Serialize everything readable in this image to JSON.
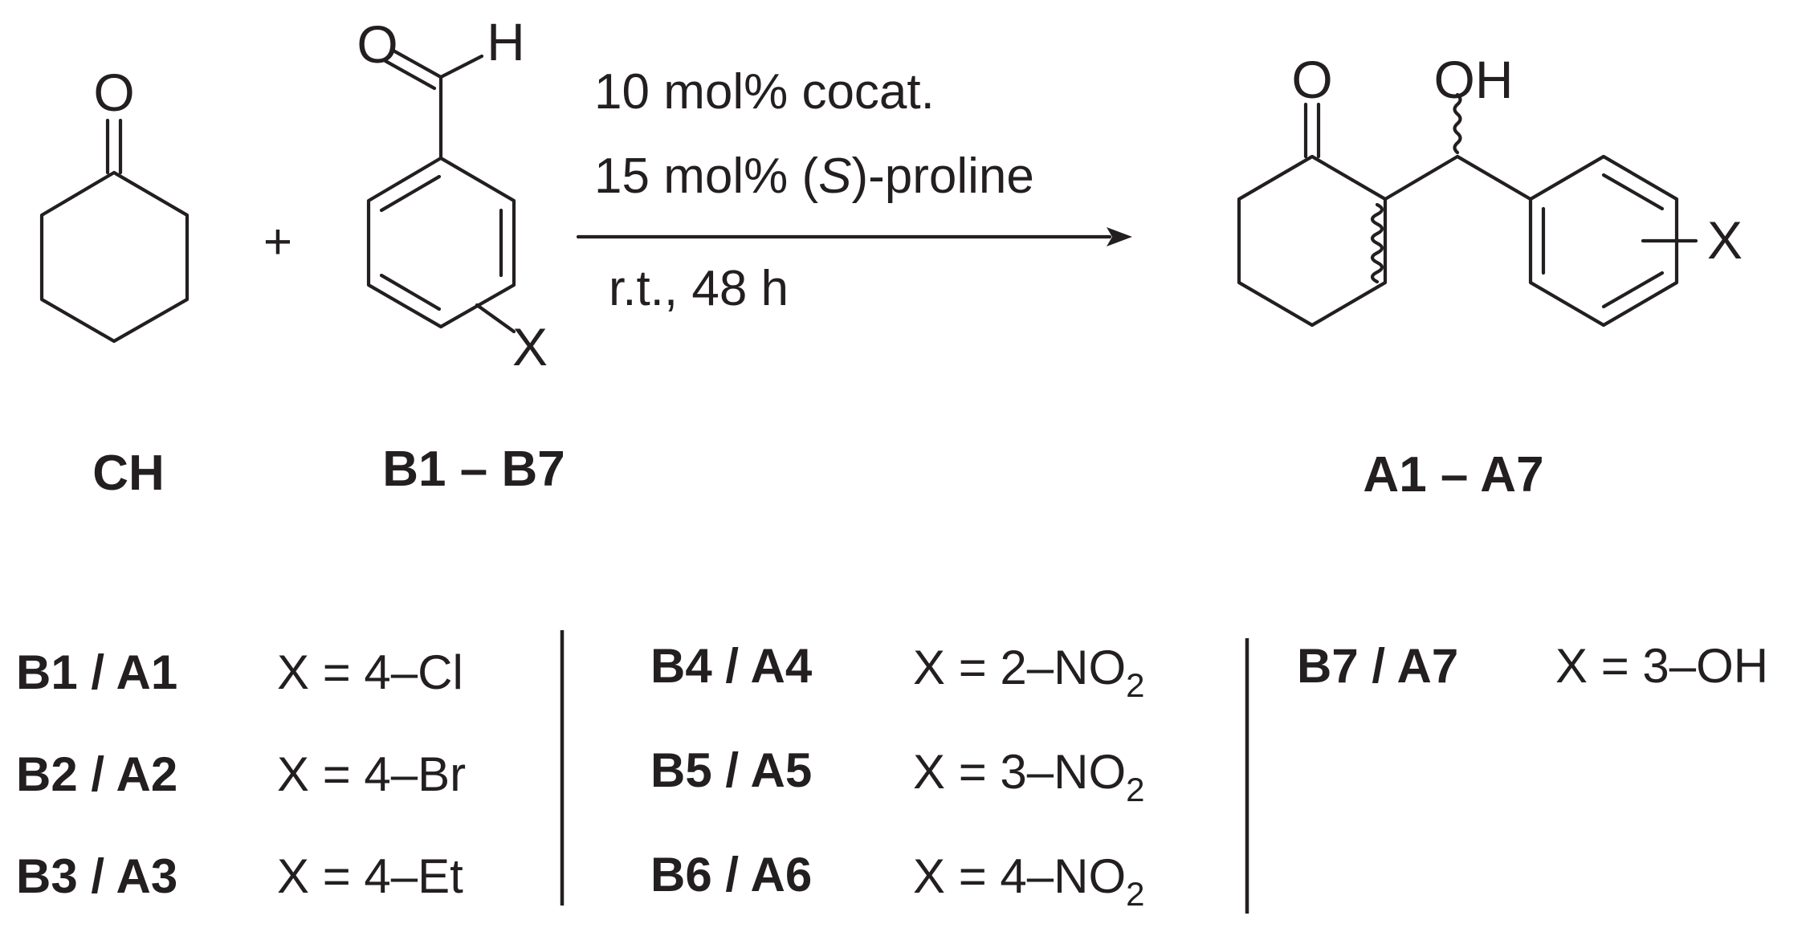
{
  "atoms": {
    "O": "O",
    "H": "H",
    "X": "X",
    "OH": "OH"
  },
  "plus_sign": "+",
  "conditions": {
    "line1": "10 mol% cocat.",
    "line2_pre": "15 mol% (",
    "line2_italic": "S",
    "line2_post": ")-proline",
    "line3": "r.t., 48 h"
  },
  "compound_labels": {
    "ketone": "CH",
    "aldehydes": "B1 – B7",
    "products": "A1 – A7"
  },
  "substituent_table": [
    {
      "label": "B1 / A1",
      "x_pre": "X = 4–Cl",
      "x_sub": "",
      "x_post": ""
    },
    {
      "label": "B2 / A2",
      "x_pre": "X = 4–Br",
      "x_sub": "",
      "x_post": ""
    },
    {
      "label": "B3 / A3",
      "x_pre": "X = 4–Et",
      "x_sub": "",
      "x_post": ""
    },
    {
      "label": "B4 / A4",
      "x_pre": "X = 2–NO",
      "x_sub": "2",
      "x_post": ""
    },
    {
      "label": "B5 / A5",
      "x_pre": "X = 3–NO",
      "x_sub": "2",
      "x_post": ""
    },
    {
      "label": "B6 / A6",
      "x_pre": "X = 4–NO",
      "x_sub": "2",
      "x_post": ""
    },
    {
      "label": "B7 / A7",
      "x_pre": "X = 3–OH",
      "x_sub": "",
      "x_post": ""
    }
  ]
}
